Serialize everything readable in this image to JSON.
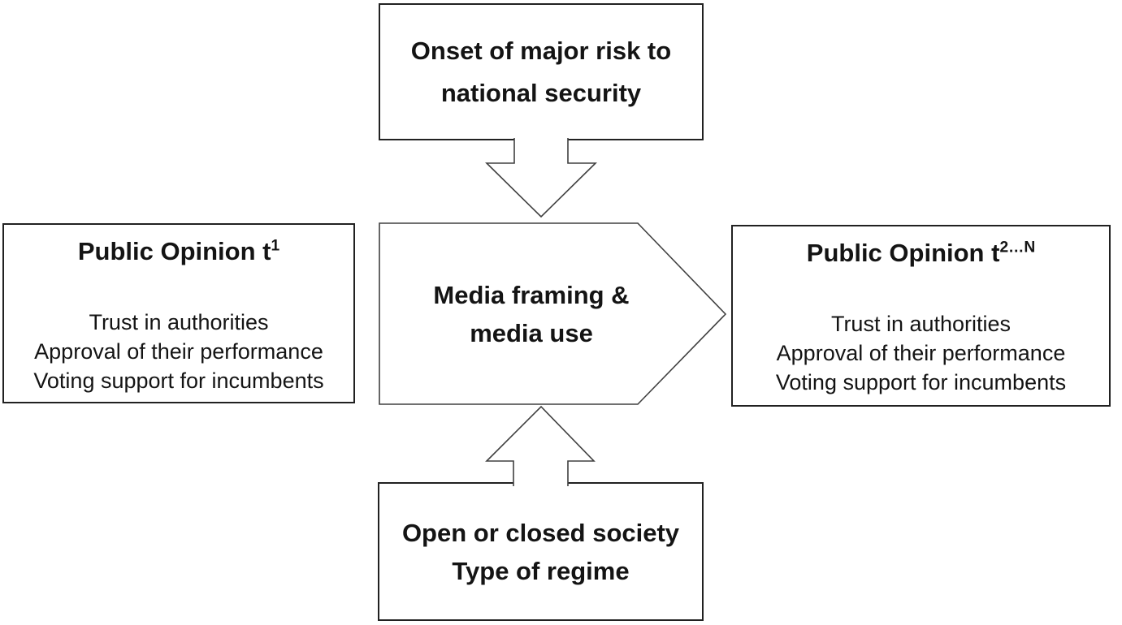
{
  "diagram": {
    "background": "#ffffff",
    "colors": {
      "box_border": "#212121",
      "shape_outline": "#404040",
      "shape_fill": "#ffffff",
      "text": "#141414"
    },
    "top_box": {
      "line1": "Onset of major risk to",
      "line2": "national security"
    },
    "center_shape": {
      "line1": "Media framing &",
      "line2": "media use"
    },
    "left_box": {
      "title_base": "Public Opinion t",
      "title_superscript": "1",
      "items": [
        "Trust in authorities",
        "Approval of their performance",
        "Voting support for incumbents"
      ]
    },
    "right_box": {
      "title_base": "Public Opinion t",
      "title_superscript": "2…N",
      "items": [
        "Trust in authorities",
        "Approval of their performance",
        "Voting support for incumbents"
      ]
    },
    "bottom_box": {
      "line1": "Open or closed society",
      "line2": "Type of regime"
    }
  }
}
